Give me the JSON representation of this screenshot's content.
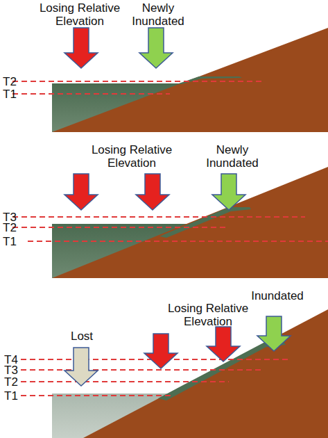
{
  "diagram": {
    "labels": [
      "Losing Relative Elevation",
      "Newly Inundated",
      "T2",
      "T1",
      "Losing Relative Elevation",
      "Newly Inundated",
      "T3",
      "T2",
      "T1",
      "Inundated",
      "Losing Relative Elevation",
      "Lost",
      "T4",
      "T3",
      "T2",
      "T1"
    ]
  }
}
